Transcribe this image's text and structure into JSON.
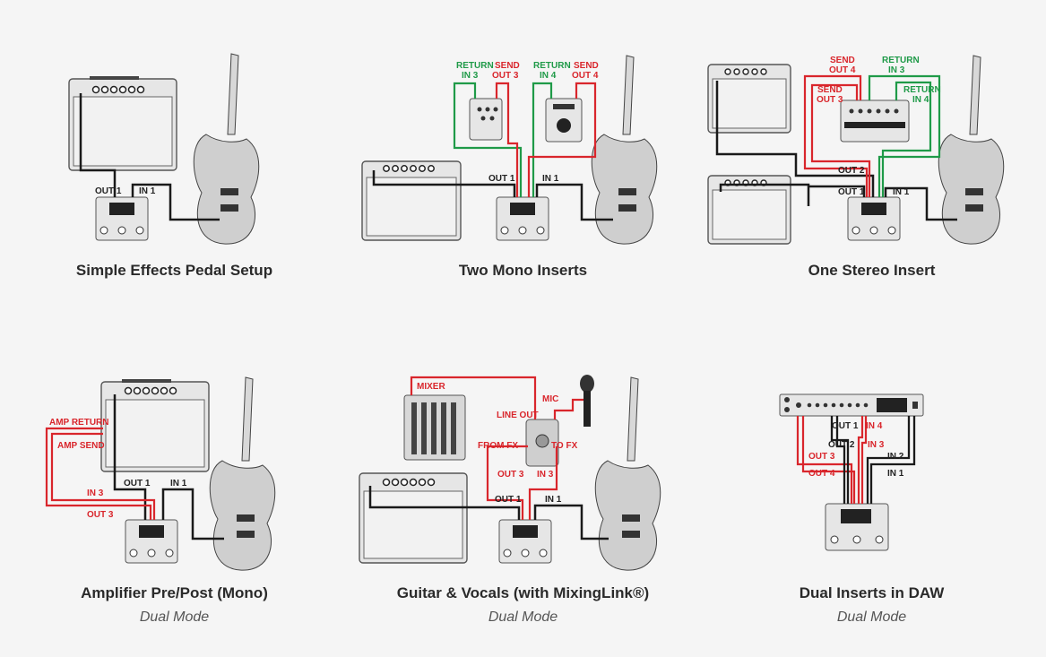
{
  "colors": {
    "red": "#d9262c",
    "green": "#1f9a48",
    "black": "#1a1a1a",
    "device": "#e6e6e6"
  },
  "diagrams": [
    {
      "title": "Simple Effects Pedal Setup",
      "mode": "",
      "labels": {
        "out1": "OUT 1",
        "in1": "IN 1"
      }
    },
    {
      "title": "Two Mono Inserts",
      "mode": "",
      "labels": {
        "return3": "RETURN",
        "return3b": "IN 3",
        "send3": "SEND",
        "send3b": "OUT 3",
        "return4": "RETURN",
        "return4b": "IN 4",
        "send4": "SEND",
        "send4b": "OUT 4",
        "out1": "OUT 1",
        "in1": "IN 1"
      }
    },
    {
      "title": "One Stereo Insert",
      "mode": "",
      "labels": {
        "send4": "SEND",
        "send4b": "OUT 4",
        "return3": "RETURN",
        "return3b": "IN 3",
        "send3": "SEND",
        "send3b": "OUT 3",
        "return4": "RETURN",
        "return4b": "IN 4",
        "out2": "OUT 2",
        "out1": "OUT 1",
        "in1": "IN 1"
      }
    },
    {
      "title": "Amplifier Pre/Post (Mono)",
      "mode": "Dual Mode",
      "labels": {
        "ampreturn": "AMP RETURN",
        "ampsend": "AMP SEND",
        "in3": "IN 3",
        "out3": "OUT 3",
        "out1": "OUT 1",
        "in1": "IN 1"
      }
    },
    {
      "title": "Guitar & Vocals (with MixingLink®)",
      "mode": "Dual Mode",
      "labels": {
        "mixer": "MIXER",
        "mic": "MIC",
        "lineout": "LINE OUT",
        "fromfx": "FROM FX",
        "tofx": "TO FX",
        "out3": "OUT 3",
        "in3": "IN 3",
        "out1": "OUT 1",
        "in1": "IN 1"
      }
    },
    {
      "title": "Dual Inserts in DAW",
      "mode": "Dual Mode",
      "labels": {
        "out1": "OUT 1",
        "in4": "IN 4",
        "out2": "OUT 2",
        "in3": "IN 3",
        "out3": "OUT 3",
        "in2": "IN 2",
        "out4": "OUT 4",
        "in1": "IN 1"
      }
    }
  ]
}
